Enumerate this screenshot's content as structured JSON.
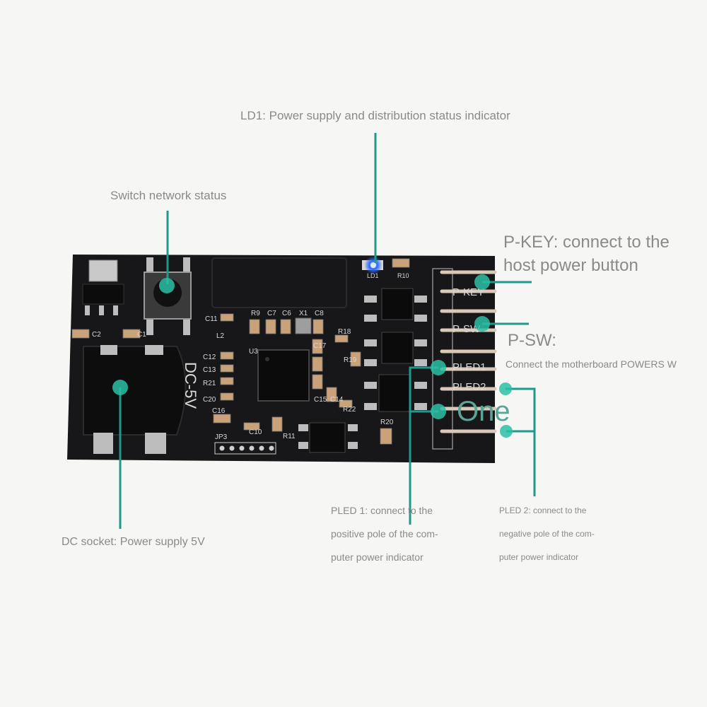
{
  "callouts": {
    "ld1": "LD1: Power supply and distribution status indicator",
    "switch": "Switch network status",
    "pkey_line1": "P-KEY: connect to the",
    "pkey_line2": "host power button",
    "psw_title": "P-SW:",
    "psw_desc": "Connect the motherboard POWERS W",
    "one": "One",
    "dc": "DC socket: Power supply 5V",
    "pled1_line1": "PLED 1: connect to the",
    "pled1_line2": "positive pole of the com-",
    "pled1_line3": "puter power indicator",
    "pled2_line1": "PLED 2: connect to the",
    "pled2_line2": "negative pole of the com-",
    "pled2_line3": "puter power indicator"
  },
  "silkscreen": {
    "dc5v": "DC-5V",
    "ld1": "LD1",
    "r10": "R10",
    "c11": "C11",
    "r9": "R9",
    "c7": "C7",
    "c6": "C6",
    "x1": "X1",
    "c8": "C8",
    "l2": "L2",
    "u3": "U3",
    "r18": "R18",
    "c17": "C17",
    "r19": "R19",
    "c12": "C12",
    "c13": "C13",
    "r21": "R21",
    "c20": "C20",
    "c16": "C16",
    "c10": "C10",
    "r11": "R11",
    "c15": "C15",
    "c14": "C14",
    "r22": "R22",
    "r20": "R20",
    "jp3": "JP3",
    "c2": "C2",
    "c1": "C1",
    "pkey": "P-KEY",
    "psw": "P-SW",
    "pled1": "PLED1",
    "pled2": "PLED2"
  },
  "colors": {
    "background": "#f6f6f4",
    "board": "#17171a",
    "callout": "#1f9a8a",
    "text": "#8a8a8a",
    "led": "#2b6dff",
    "pins": "#d9c9b8"
  }
}
